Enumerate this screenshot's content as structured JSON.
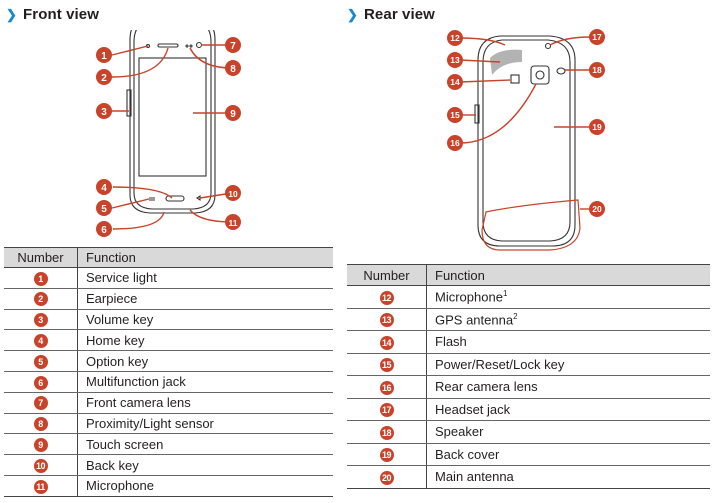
{
  "accent_color": "#c8432a",
  "chevron_color": "#1a8bc9",
  "front": {
    "title": "Front view",
    "table": {
      "headers": [
        "Number",
        "Function"
      ],
      "rows": [
        {
          "num": "1",
          "function": "Service light"
        },
        {
          "num": "2",
          "function": "Earpiece"
        },
        {
          "num": "3",
          "function": "Volume key"
        },
        {
          "num": "4",
          "function": "Home key"
        },
        {
          "num": "5",
          "function": "Option key"
        },
        {
          "num": "6",
          "function": "Multifunction jack"
        },
        {
          "num": "7",
          "function": "Front camera lens"
        },
        {
          "num": "8",
          "function": "Proximity/Light sensor"
        },
        {
          "num": "9",
          "function": "Touch screen"
        },
        {
          "num": "10",
          "function": "Back key"
        },
        {
          "num": "11",
          "function": "Microphone"
        }
      ]
    },
    "callouts": [
      "1",
      "2",
      "3",
      "4",
      "5",
      "6",
      "7",
      "8",
      "9",
      "10",
      "11"
    ]
  },
  "rear": {
    "title": "Rear view",
    "table": {
      "headers": [
        "Number",
        "Function"
      ],
      "rows": [
        {
          "num": "12",
          "function": "Microphone",
          "sup": "1"
        },
        {
          "num": "13",
          "function": "GPS antenna",
          "sup": "2"
        },
        {
          "num": "14",
          "function": "Flash"
        },
        {
          "num": "15",
          "function": "Power/Reset/Lock key"
        },
        {
          "num": "16",
          "function": "Rear camera lens"
        },
        {
          "num": "17",
          "function": "Headset jack"
        },
        {
          "num": "18",
          "function": "Speaker"
        },
        {
          "num": "19",
          "function": "Back cover"
        },
        {
          "num": "20",
          "function": "Main antenna"
        }
      ]
    },
    "callouts": [
      "12",
      "13",
      "14",
      "15",
      "16",
      "17",
      "18",
      "19",
      "20"
    ]
  }
}
